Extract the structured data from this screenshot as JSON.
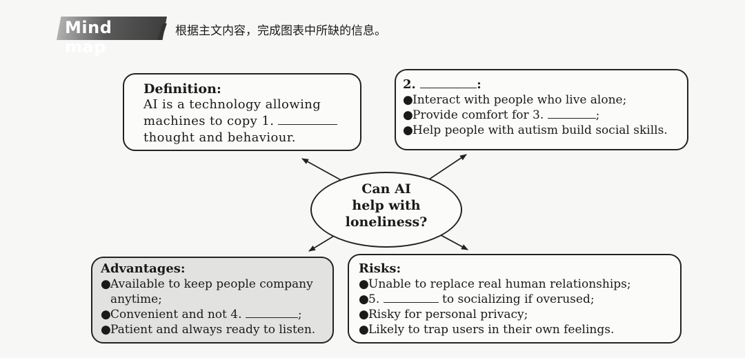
{
  "header": {
    "banner": "Mind map",
    "instruction": "根据主文内容，完成图表中所缺的信息。"
  },
  "center": {
    "lines": [
      "Can AI",
      "help with",
      "loneliness?"
    ]
  },
  "definition": {
    "title": "Definition:",
    "line1": "AI is a technology allowing",
    "line2_prefix": "machines to copy 1.",
    "line3": "thought and behaviour."
  },
  "functions": {
    "title_prefix": "2.",
    "title_suffix": ":",
    "items": [
      "Interact with people who live alone;",
      "Provide comfort for 3.",
      "Help people with autism build social skills."
    ],
    "item2_suffix": ";"
  },
  "advantages": {
    "title": "Advantages:",
    "item1_line1": "Available to keep people company",
    "item1_line2": "anytime;",
    "item2_prefix": "Convenient and not 4.",
    "item2_suffix": ";",
    "item3": "Patient and always ready to listen."
  },
  "risks": {
    "title": "Risks:",
    "item1": "Unable to replace real human relationships;",
    "item2_prefix": "5.",
    "item2_suffix": "to socializing if overused;",
    "item3": "Risky for personal privacy;",
    "item4": "Likely to trap users in their own feelings."
  }
}
